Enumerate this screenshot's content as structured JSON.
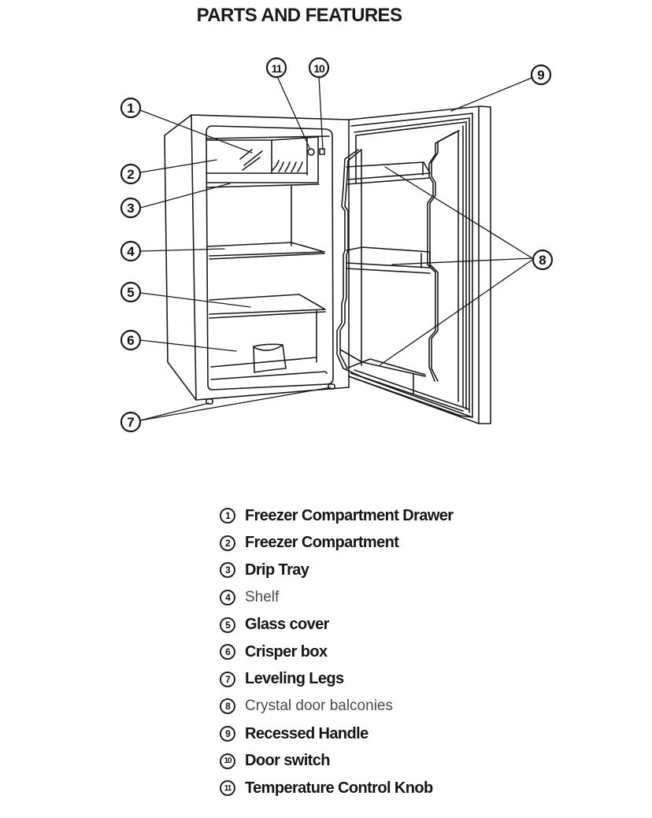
{
  "title": "PARTS AND FEATURES",
  "callouts": [
    {
      "number": "1",
      "target": "freezer-compartment-drawer"
    },
    {
      "number": "2",
      "target": "freezer-compartment"
    },
    {
      "number": "3",
      "target": "drip-tray"
    },
    {
      "number": "4",
      "target": "shelf"
    },
    {
      "number": "5",
      "target": "glass-cover"
    },
    {
      "number": "6",
      "target": "crisper-box"
    },
    {
      "number": "7",
      "target": "leveling-legs"
    },
    {
      "number": "8",
      "target": "crystal-door-balconies"
    },
    {
      "number": "9",
      "target": "recessed-handle"
    },
    {
      "number": "10",
      "target": "door-switch"
    },
    {
      "number": "11",
      "target": "temperature-control-knob"
    }
  ],
  "legend": [
    {
      "number": "1",
      "label": "Freezer Compartment Drawer",
      "style": "bold"
    },
    {
      "number": "2",
      "label": "Freezer Compartment",
      "style": "bold"
    },
    {
      "number": "3",
      "label": "Drip Tray",
      "style": "bold"
    },
    {
      "number": "4",
      "label": "Shelf",
      "style": "light"
    },
    {
      "number": "5",
      "label": "Glass cover",
      "style": "bold"
    },
    {
      "number": "6",
      "label": "Crisper box",
      "style": "bold"
    },
    {
      "number": "7",
      "label": "Leveling Legs",
      "style": "bold"
    },
    {
      "number": "8",
      "label": "Crystal door balconies",
      "style": "light"
    },
    {
      "number": "9",
      "label": "Recessed Handle",
      "style": "bold"
    },
    {
      "number": "10",
      "label": "Door switch",
      "style": "bold"
    },
    {
      "number": "11",
      "label": "Temperature Control Knob",
      "style": "bold"
    }
  ],
  "colors": {
    "line": "#1a1a1a",
    "background": "#ffffff"
  }
}
